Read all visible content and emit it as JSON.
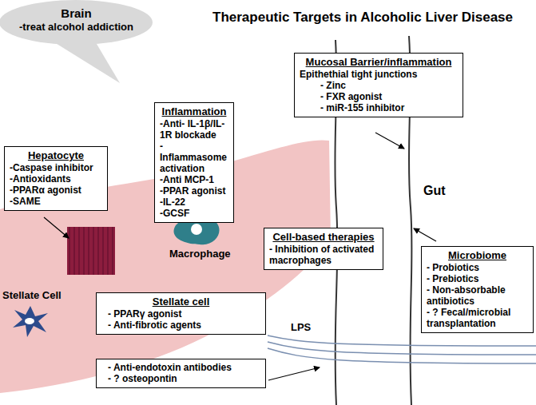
{
  "diagram": {
    "title": "Therapeutic Targets in Alcoholic Liver Disease",
    "nodes": [
      {
        "text": [
          "Brain",
          "-treat alcohol addiction"
        ]
      },
      {
        "text": [
          "Mucosal Barrier/inflammation",
          "Epithethial tight junctions",
          "- Zinc",
          "- FXR agonist",
          "- miR-155 inhibitor"
        ]
      },
      {
        "text": [
          "Hepatocyte",
          "-Caspase inhibitor",
          "-Antioxidants",
          "-PPARα agonist",
          "-SAME"
        ]
      },
      {
        "text": [
          "Inflammation",
          "-Anti- IL-1β/IL-1R blockade",
          "-Inflammasome activation",
          "-Anti MCP-1",
          "-PPAR agonist",
          "-IL-22",
          "-GCSF"
        ]
      },
      {
        "text": [
          "Cell-based therapies",
          "- Inhibition of activated macrophages"
        ]
      },
      {
        "text": [
          "Microbiome",
          "- Probiotics",
          "- Prebiotics",
          "- Non-absorbable antibiotics",
          "- ? Fecal/microbial transplantation"
        ]
      },
      {
        "text": [
          "Stellate cell",
          "- PPARγ agonist",
          "- Anti-fibrotic agents"
        ]
      },
      {
        "text": [
          "- Anti-endotoxin antibodies",
          "- ? osteopontin"
        ]
      }
    ],
    "labels": [
      "Gut",
      "Macrophage",
      "Stellate Cell",
      "LPS"
    ]
  }
}
